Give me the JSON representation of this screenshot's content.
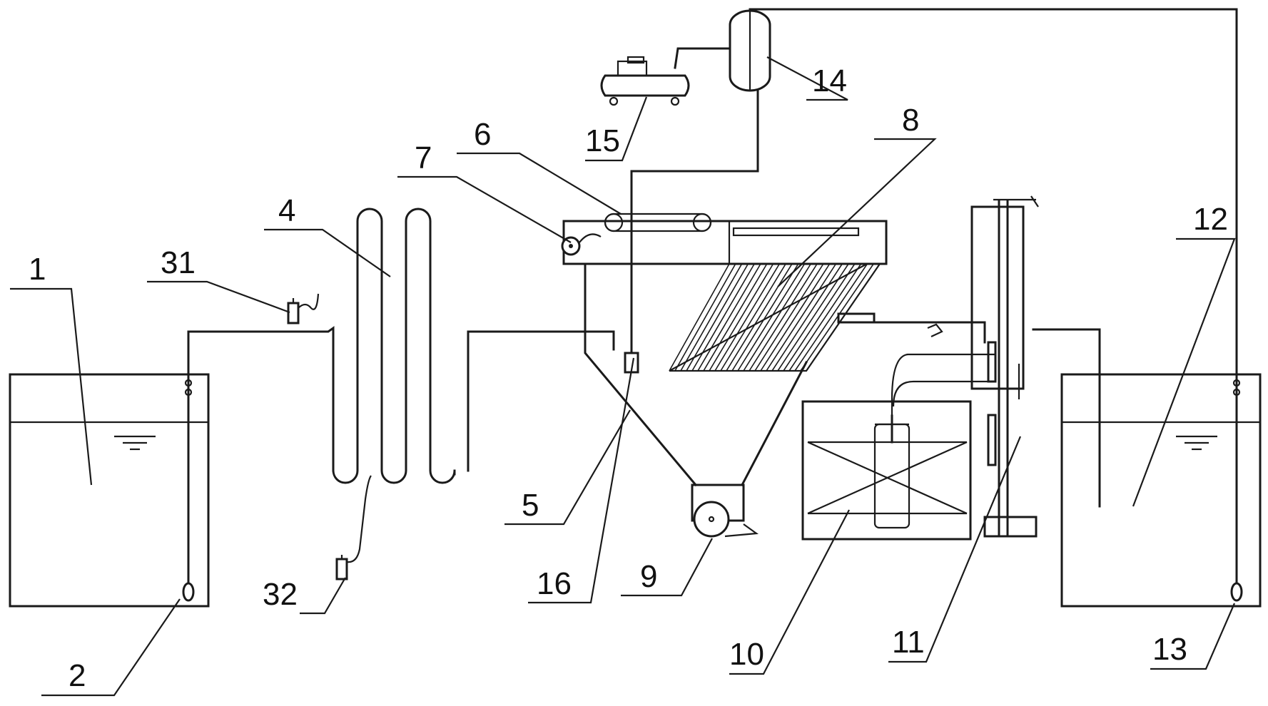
{
  "labels": {
    "l1": "1",
    "l2": "2",
    "l4": "4",
    "l5": "5",
    "l6": "6",
    "l7": "7",
    "l8": "8",
    "l9": "9",
    "l10": "10",
    "l11": "11",
    "l12": "12",
    "l13": "13",
    "l14": "14",
    "l15": "15",
    "l16": "16",
    "l31": "31",
    "l32": "32"
  },
  "colors": {
    "line": "#1a1a1a",
    "background": "#ffffff"
  }
}
